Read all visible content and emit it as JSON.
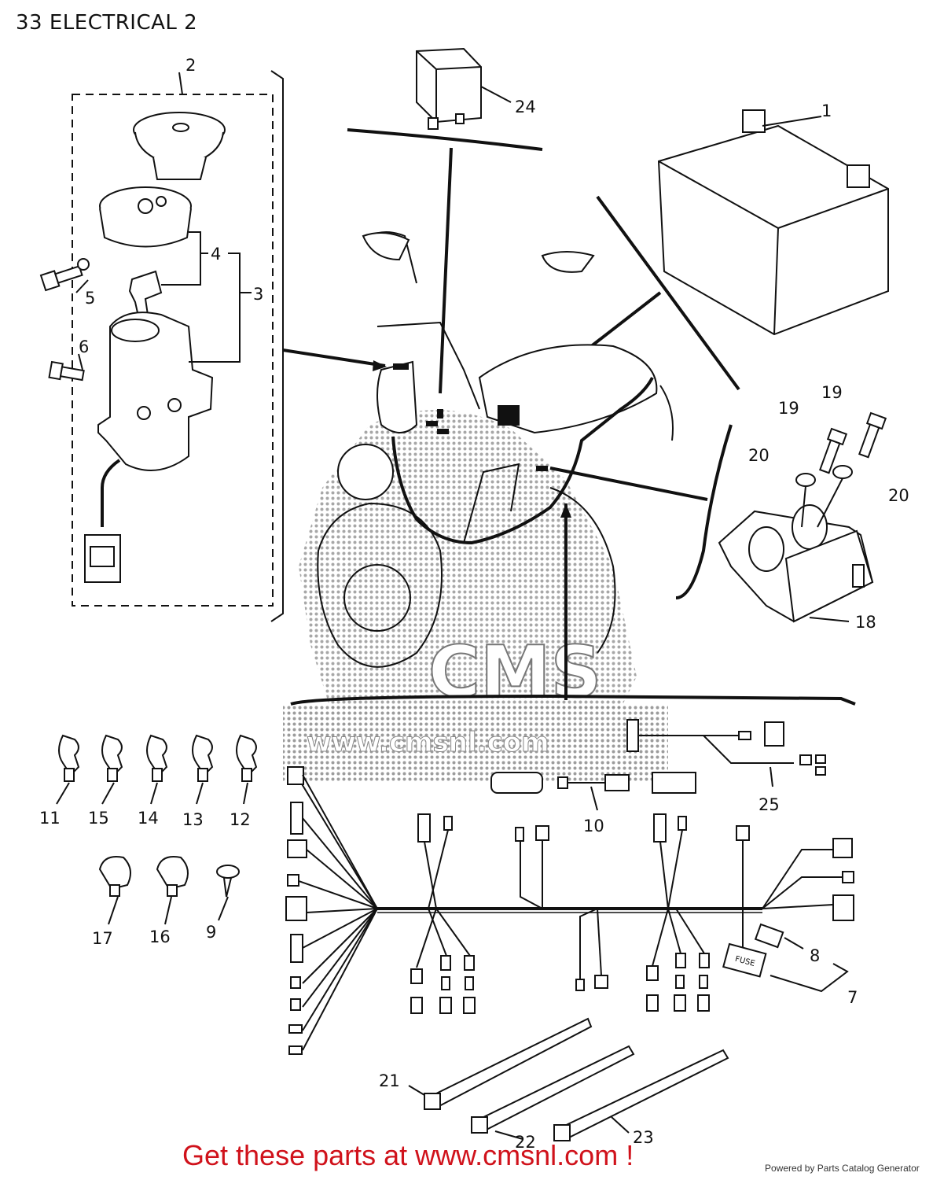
{
  "header": {
    "title": "33 ELECTRICAL 2"
  },
  "watermark": {
    "brand": "CMS",
    "url": "www.cmsnl.com"
  },
  "callouts": [
    {
      "id": "c1",
      "label": "1"
    },
    {
      "id": "c2",
      "label": "2"
    },
    {
      "id": "c3",
      "label": "3"
    },
    {
      "id": "c4",
      "label": "4"
    },
    {
      "id": "c5",
      "label": "5"
    },
    {
      "id": "c6",
      "label": "6"
    },
    {
      "id": "c7",
      "label": "7"
    },
    {
      "id": "c8",
      "label": "8"
    },
    {
      "id": "c9",
      "label": "9"
    },
    {
      "id": "c10",
      "label": "10"
    },
    {
      "id": "c11",
      "label": "11"
    },
    {
      "id": "c12",
      "label": "12"
    },
    {
      "id": "c13",
      "label": "13"
    },
    {
      "id": "c14",
      "label": "14"
    },
    {
      "id": "c15",
      "label": "15"
    },
    {
      "id": "c16",
      "label": "16"
    },
    {
      "id": "c17",
      "label": "17"
    },
    {
      "id": "c18",
      "label": "18"
    },
    {
      "id": "c19a",
      "label": "19"
    },
    {
      "id": "c19b",
      "label": "19"
    },
    {
      "id": "c20a",
      "label": "20"
    },
    {
      "id": "c20b",
      "label": "20"
    },
    {
      "id": "c21",
      "label": "21"
    },
    {
      "id": "c22",
      "label": "22"
    },
    {
      "id": "c23",
      "label": "23"
    },
    {
      "id": "c24",
      "label": "24"
    },
    {
      "id": "c25",
      "label": "25"
    }
  ],
  "fuse_label": "FUSE",
  "footer": {
    "promo": "Get these parts at www.cmsnl.com !",
    "powered": "Powered by Parts Catalog Generator"
  },
  "colors": {
    "promo": "#d0121b",
    "ink": "#111111",
    "watermark": "#9a9a9a"
  }
}
